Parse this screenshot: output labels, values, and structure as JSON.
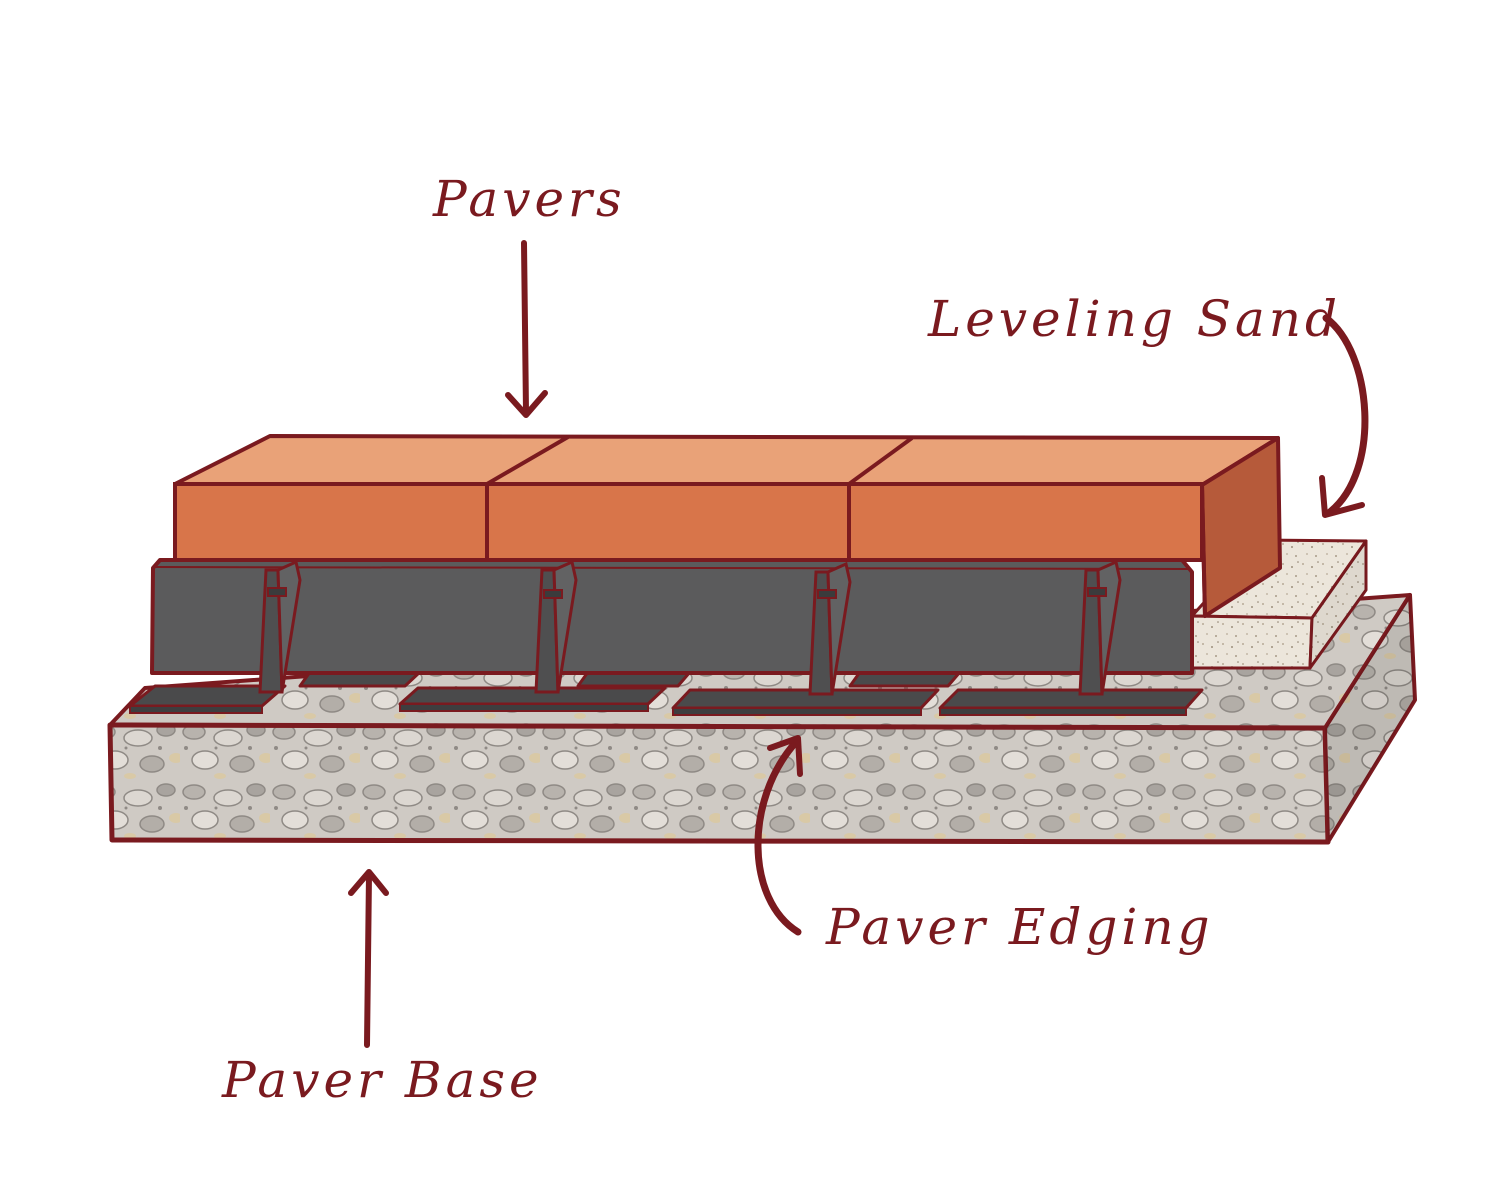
{
  "diagram": {
    "labels": {
      "pavers": "Pavers",
      "leveling_sand": "Leveling Sand",
      "paver_edging": "Paver Edging",
      "paver_base": "Paver Base"
    }
  },
  "colors": {
    "outline": "#7a1a1f",
    "label": "#7a1a1f",
    "brick_top": "#e9a278",
    "brick_front": "#d8754a",
    "brick_side": "#b65a3a",
    "edging": "#5b5b5c",
    "edging_dark": "#4a4a4b",
    "sand": "#e9e2d6",
    "gravel": "#cfcac4",
    "gravel_stone": "#b8b3ad",
    "gravel_sand": "#d9c9a6"
  }
}
